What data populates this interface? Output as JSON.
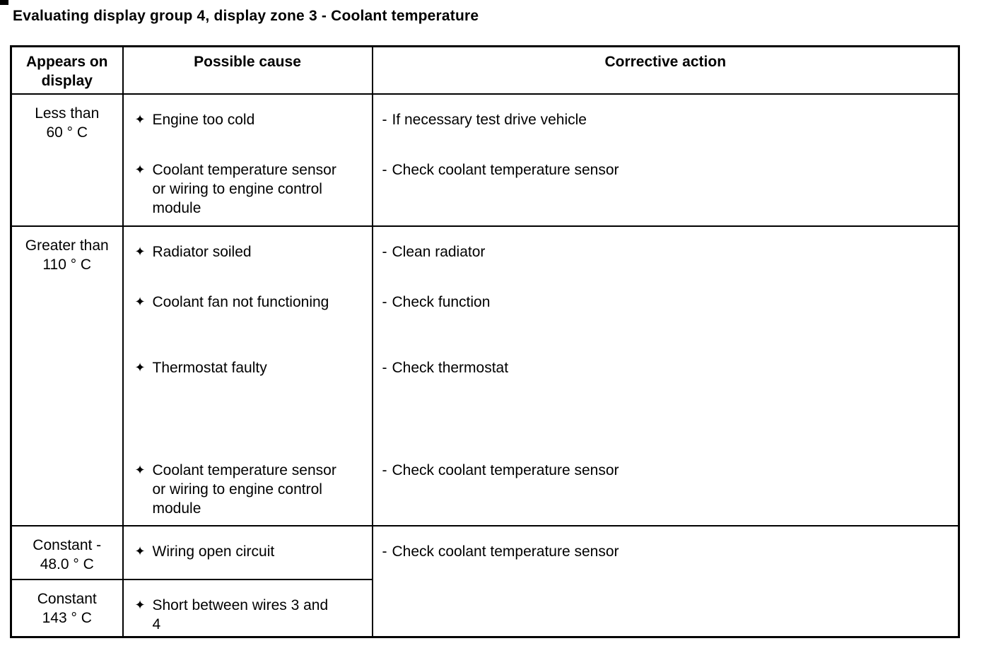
{
  "page": {
    "title": "Evaluating display group 4, display zone 3 - Coolant temperature"
  },
  "table": {
    "bullet_glyph": "✦",
    "dash_glyph": "-",
    "headers": {
      "display": "Appears on display",
      "cause": "Possible cause",
      "action": "Corrective action"
    },
    "rows": [
      {
        "display_line1": "Less than",
        "display_line2": "60 ° C",
        "causes": [
          "Engine too cold",
          "Coolant temperature sensor or wiring to engine control module"
        ],
        "actions": [
          "If necessary test drive vehicle",
          "Check coolant temperature sensor"
        ]
      },
      {
        "display_line1": "Greater than",
        "display_line2": "110 ° C",
        "causes": [
          "Radiator soiled",
          "Coolant fan not functioning",
          "Thermostat faulty",
          "Coolant temperature sensor or wiring to engine control module"
        ],
        "actions": [
          "Clean radiator",
          "Check function",
          "Check thermostat",
          "Check coolant temperature sensor"
        ]
      },
      {
        "display_line1": "Constant -",
        "display_line2": "48.0 ° C",
        "causes": [
          "Wiring open circuit"
        ],
        "actions": [
          "Check coolant temperature sensor"
        ]
      },
      {
        "display_line1": "Constant",
        "display_line2": "143 ° C",
        "causes": [
          "Short between wires 3 and 4"
        ],
        "actions": []
      }
    ]
  }
}
